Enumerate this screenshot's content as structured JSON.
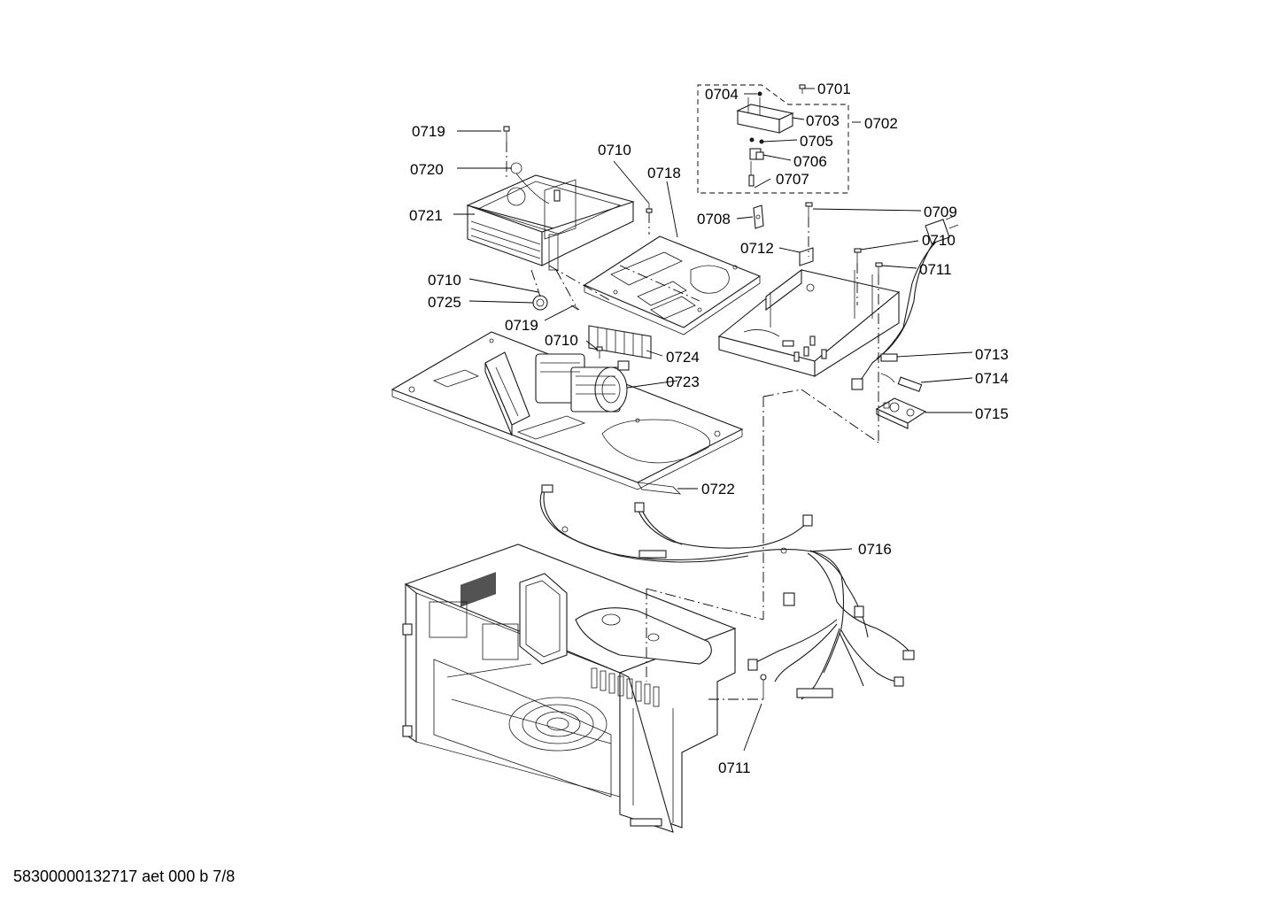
{
  "diagram_id": "58300000132717 aet 000 b 7/8",
  "callouts": [
    "0701",
    "0702",
    "0703",
    "0704",
    "0705",
    "0706",
    "0707",
    "0708",
    "0709",
    "0710",
    "0711",
    "0712",
    "0713",
    "0714",
    "0715",
    "0716",
    "0718",
    "0719",
    "0720",
    "0721",
    "0722",
    "0723",
    "0724",
    "0725"
  ]
}
